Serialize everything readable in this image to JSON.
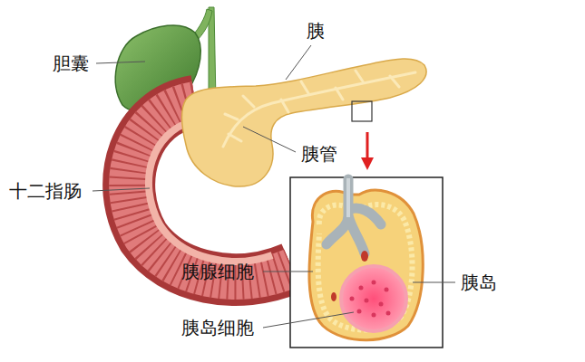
{
  "diagram": {
    "labels": [
      "胆囊",
      "胰",
      "十二指肠",
      "胰管",
      "胰腺细胞",
      "胰岛",
      "胰岛细胞"
    ]
  }
}
